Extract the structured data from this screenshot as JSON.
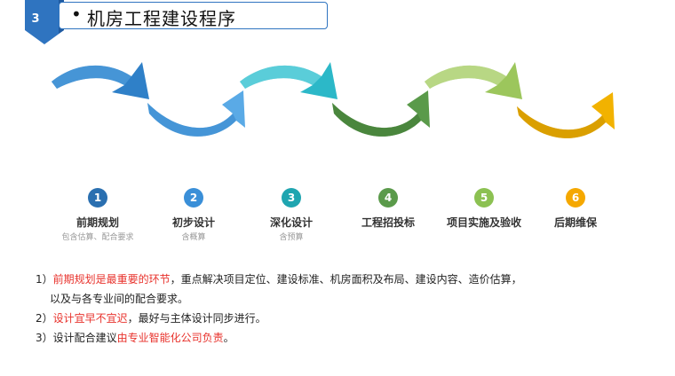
{
  "header": {
    "badge_number": "3",
    "bullet": "•",
    "title": "机房工程建设程序"
  },
  "colors": {
    "arrow1": "#2f80c8",
    "arrow2": "#5aaae6",
    "arrow3": "#2cb8c8",
    "arrow4": "#5a9a4a",
    "arrow5": "#9cc65c",
    "arrow6": "#f2b200",
    "accent_red": "#e8322c",
    "title_border": "#2f74c0"
  },
  "steps": [
    {
      "number": "1",
      "label": "前期规划",
      "sub": "包含估算、配合要求",
      "color": "#2a6fb0"
    },
    {
      "number": "2",
      "label": "初步设计",
      "sub": "含概算",
      "color": "#3a8fd8"
    },
    {
      "number": "3",
      "label": "深化设计",
      "sub": "含预算",
      "color": "#1fa5b0"
    },
    {
      "number": "4",
      "label": "工程招投标",
      "sub": "",
      "color": "#5a9a4a"
    },
    {
      "number": "5",
      "label": "项目实施及验收",
      "sub": "",
      "color": "#8cc152"
    },
    {
      "number": "6",
      "label": "后期维保",
      "sub": "",
      "color": "#f5a800"
    }
  ],
  "notes": [
    {
      "prefix": "1）",
      "red": "前期规划是最重要的环节",
      "text": "，重点解决项目定位、建设标准、机房面积及布局、建设内容、造价估算，",
      "line2": "以及与各专业间的配合要求。"
    },
    {
      "prefix": "2）",
      "red": "设计宜早不宜迟",
      "text": "，最好与主体设计同步进行。"
    },
    {
      "prefix": "3）",
      "plain": "设计配合建议",
      "red": "由专业智能化公司负责",
      "text": "。"
    }
  ]
}
